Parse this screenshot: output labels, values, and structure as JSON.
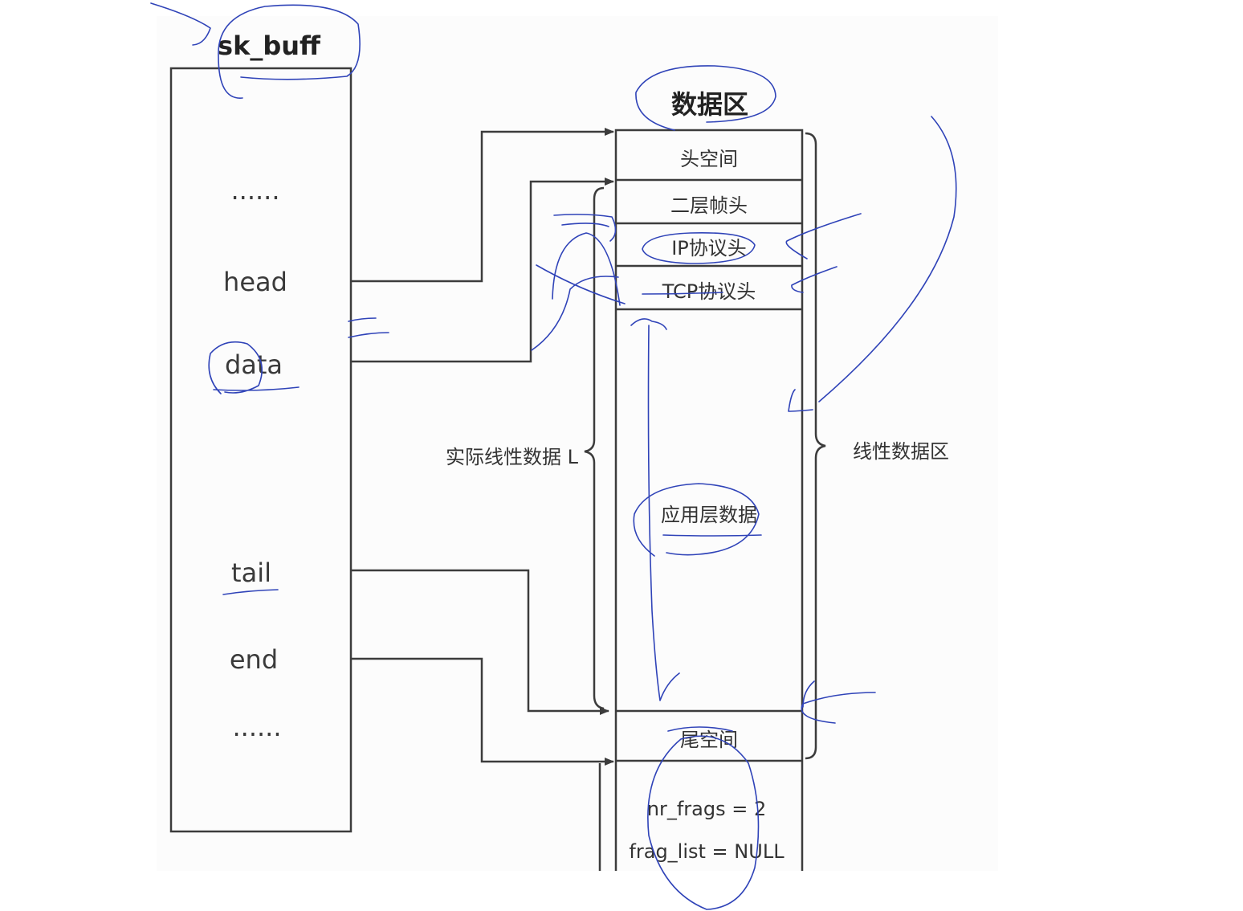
{
  "sk_buff": {
    "title": "sk_buff",
    "fields": [
      "......",
      "head",
      "data",
      "tail",
      "end",
      "......"
    ]
  },
  "data_area": {
    "title": "数据区",
    "segments": [
      "头空间",
      "二层帧头",
      "IP协议头",
      "TCP协议头",
      "应用层数据",
      "尾空间"
    ],
    "shared_info": [
      "nr_frags = 2",
      "frag_list = NULL"
    ]
  },
  "labels": {
    "actual_linear": "实际线性数据 L",
    "linear_area": "线性数据区"
  }
}
